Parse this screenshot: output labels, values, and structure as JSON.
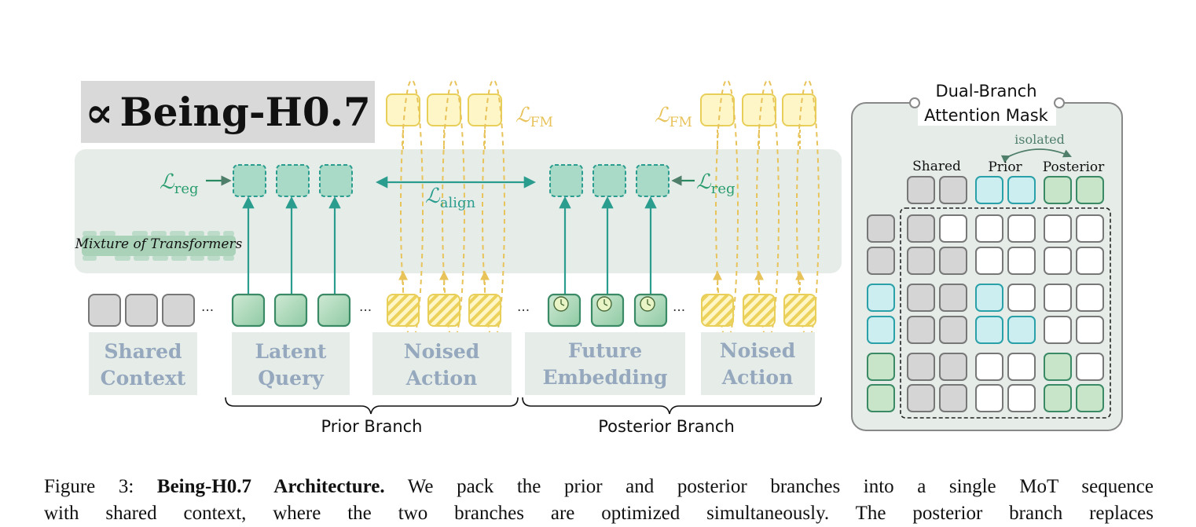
{
  "logo": {
    "mark": "∝",
    "text": "Being-H0.7"
  },
  "losses": {
    "fm_left": {
      "symbol": "ℒ",
      "sub": "FM"
    },
    "fm_right": {
      "symbol": "ℒ",
      "sub": "FM"
    },
    "reg_left": {
      "symbol": "ℒ",
      "sub": "reg"
    },
    "reg_right": {
      "symbol": "ℒ",
      "sub": "reg"
    },
    "align": {
      "symbol": "ℒ",
      "sub": "align"
    }
  },
  "mot_label": "Mixture of Transformers",
  "ellipsis": "···",
  "token_groups": [
    {
      "line1": "Shared",
      "line2": "Context"
    },
    {
      "line1": "Latent",
      "line2": "Query"
    },
    {
      "line1": "Noised",
      "line2": "Action"
    },
    {
      "line1": "Future",
      "line2": "Embedding"
    },
    {
      "line1": "Noised",
      "line2": "Action"
    }
  ],
  "branches": {
    "prior": "Prior Branch",
    "posterior": "Posterior Branch"
  },
  "mask_panel": {
    "title_line1": "Dual-Branch",
    "title_line2": "Attention Mask",
    "isolated": "isolated",
    "col_labels": [
      "Shared",
      "Prior",
      "Posterior"
    ]
  },
  "caption": {
    "label": "Figure 3:",
    "bold": "Being-H0.7 Architecture.",
    "line1_rest": "We pack the prior and posterior branches into a single MoT sequence",
    "line2": "with shared context, where the two branches are optimized simultaneously. The posterior branch replaces"
  },
  "colors": {
    "gray_token": "#d5d5d5",
    "green_token": "#a9d9c1",
    "teal_line": "#2a9d8f",
    "yellow": "#f2d24e",
    "cyan_mask": "#cdeef0",
    "green_mask": "#c8e4c9"
  }
}
